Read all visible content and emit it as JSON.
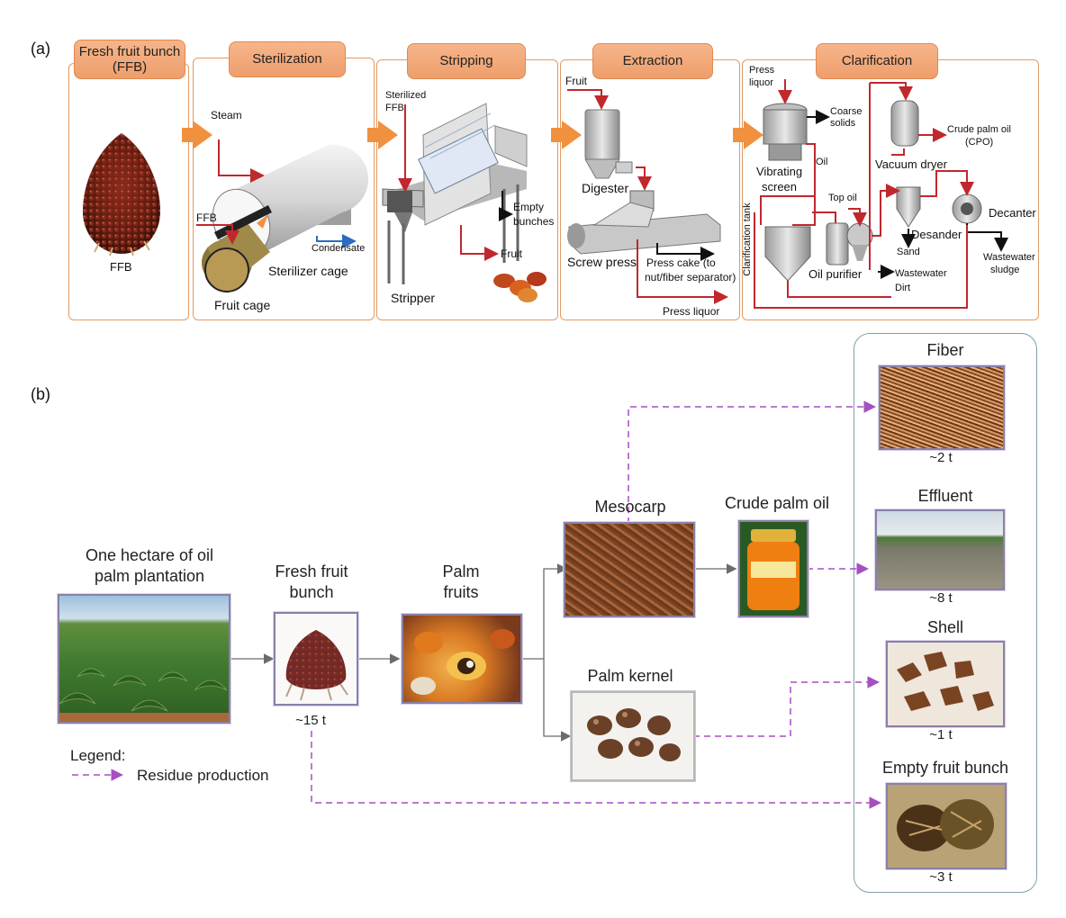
{
  "panel_a": {
    "label": "(a)",
    "stages": [
      {
        "title": "Fresh fruit bunch (FFB)"
      },
      {
        "title": "Sterilization"
      },
      {
        "title": "Stripping"
      },
      {
        "title": "Extraction"
      },
      {
        "title": "Clarification"
      }
    ],
    "labels": {
      "ffb": "FFB",
      "steam": "Steam",
      "ffb_in": "FFB",
      "condensate": "Condensate",
      "sterilizer_cage": "Sterilizer cage",
      "fruit_cage": "Fruit cage",
      "sterilized_ffb_1": "Sterilized",
      "sterilized_ffb_2": "FFB",
      "empty_bunches_1": "Empty",
      "empty_bunches_2": "bunches",
      "fruit_out": "Fruit",
      "stripper": "Stripper",
      "fruit_in": "Fruit",
      "digester": "Digester",
      "screw_press": "Screw press",
      "press_cake_1": "Press cake (to",
      "press_cake_2": "nut/fiber separator)",
      "press_liquor_out": "Press liquor",
      "press_liquor_in_1": "Press",
      "press_liquor_in_2": "liquor",
      "coarse_solids_1": "Coarse",
      "coarse_solids_2": "solids",
      "vibrating_screen_1": "Vibrating",
      "vibrating_screen_2": "screen",
      "oil": "Oil",
      "vacuum_dryer": "Vacuum dryer",
      "crude_palm_oil_1": "Crude palm oil",
      "crude_palm_oil_2": "(CPO)",
      "clarification_tank": "Clarification tank",
      "top_oil": "Top oil",
      "desander": "Desander",
      "decanter": "Decanter",
      "sand": "Sand",
      "oil_purifier": "Oil purifier",
      "wastewater": "Wastewater",
      "dirt": "Dirt",
      "wastewater_sludge_1": "Wastewater",
      "wastewater_sludge_2": "sludge"
    }
  },
  "panel_b": {
    "label": "(b)",
    "nodes": {
      "plantation_1": "One hectare of oil",
      "plantation_2": "palm plantation",
      "ffb_1": "Fresh fruit",
      "ffb_2": "bunch",
      "ffb_qty": "~15 t",
      "fruits_1": "Palm",
      "fruits_2": "fruits",
      "mesocarp": "Mesocarp",
      "kernel": "Palm kernel",
      "cpo": "Crude palm oil"
    },
    "residues": [
      {
        "name": "Fiber",
        "qty": "~2 t"
      },
      {
        "name": "Effluent",
        "qty": "~8 t"
      },
      {
        "name": "Shell",
        "qty": "~1 t"
      },
      {
        "name": "Empty fruit bunch",
        "qty": "~3 t"
      }
    ],
    "legend": {
      "title": "Legend:",
      "item": "Residue production"
    },
    "colors": {
      "process_arrow": "#6b6b6b",
      "residue_arrow": "#a64fc0",
      "flow_red": "#c0282d",
      "accent_orange": "#f0913f"
    }
  }
}
